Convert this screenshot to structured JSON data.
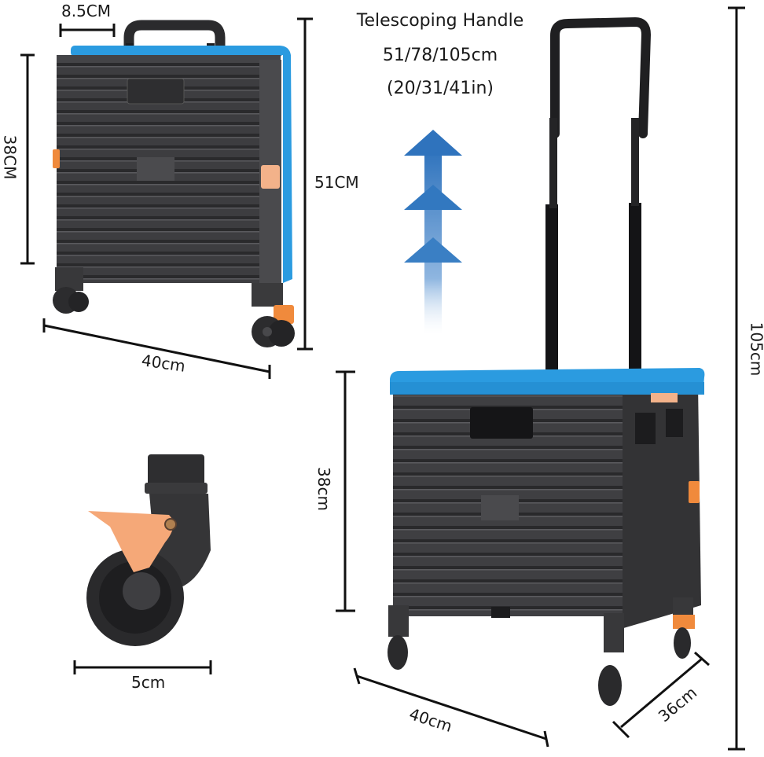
{
  "handle_info": {
    "title": "Telescoping Handle",
    "lengths_cm": "51/78/105cm",
    "lengths_in": "(20/31/41in)"
  },
  "folded_view": {
    "depth_label": "8.5CM",
    "height_label": "38CM",
    "height_with_handle_label": "51CM",
    "width_label": "40cm"
  },
  "wheel_view": {
    "diameter_label": "5cm"
  },
  "open_view": {
    "body_height_label": "38cm",
    "total_height_label": "105cm",
    "width_label": "40cm",
    "depth_label": "36cm"
  },
  "colors": {
    "lid_blue": "#2b9be0",
    "body_grey": "#3c3c3e",
    "accent_orange": "#f08a3c",
    "arrow_blue": "#3a7fc4"
  }
}
